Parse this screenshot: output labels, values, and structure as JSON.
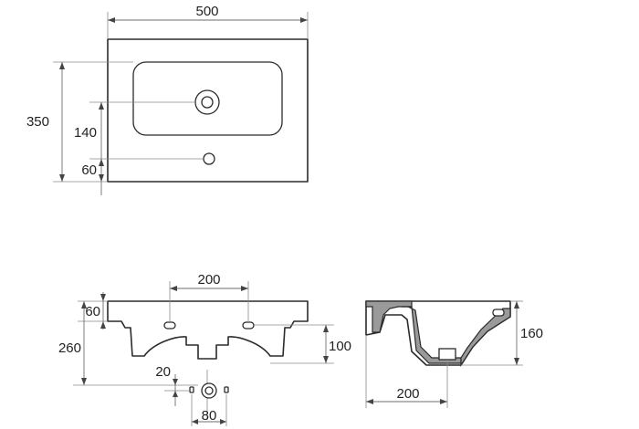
{
  "dimensions": {
    "top_width": "500",
    "top_depth": "350",
    "top_drain_offset": "140",
    "top_tap_offset": "60",
    "front_hole_spacing": "200",
    "front_rim": "60",
    "front_height": "260",
    "front_hole_height": "100",
    "outlet_offset": "20",
    "outlet_width": "80",
    "section_height": "160",
    "section_depth": "200"
  }
}
